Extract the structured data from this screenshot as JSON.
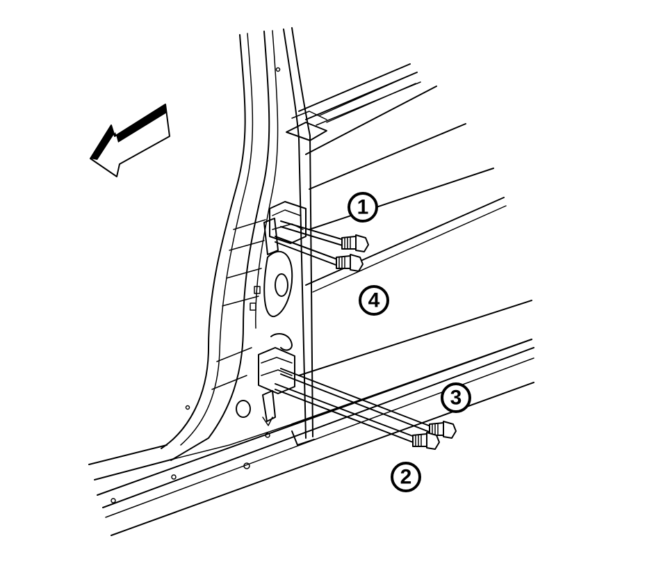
{
  "callouts": [
    {
      "id": "1",
      "label": "1"
    },
    {
      "id": "2",
      "label": "2"
    },
    {
      "id": "3",
      "label": "3"
    },
    {
      "id": "4",
      "label": "4"
    }
  ],
  "icons": {
    "direction_arrow": "front-direction-arrow-icon",
    "bolt": "bolt-icon"
  }
}
